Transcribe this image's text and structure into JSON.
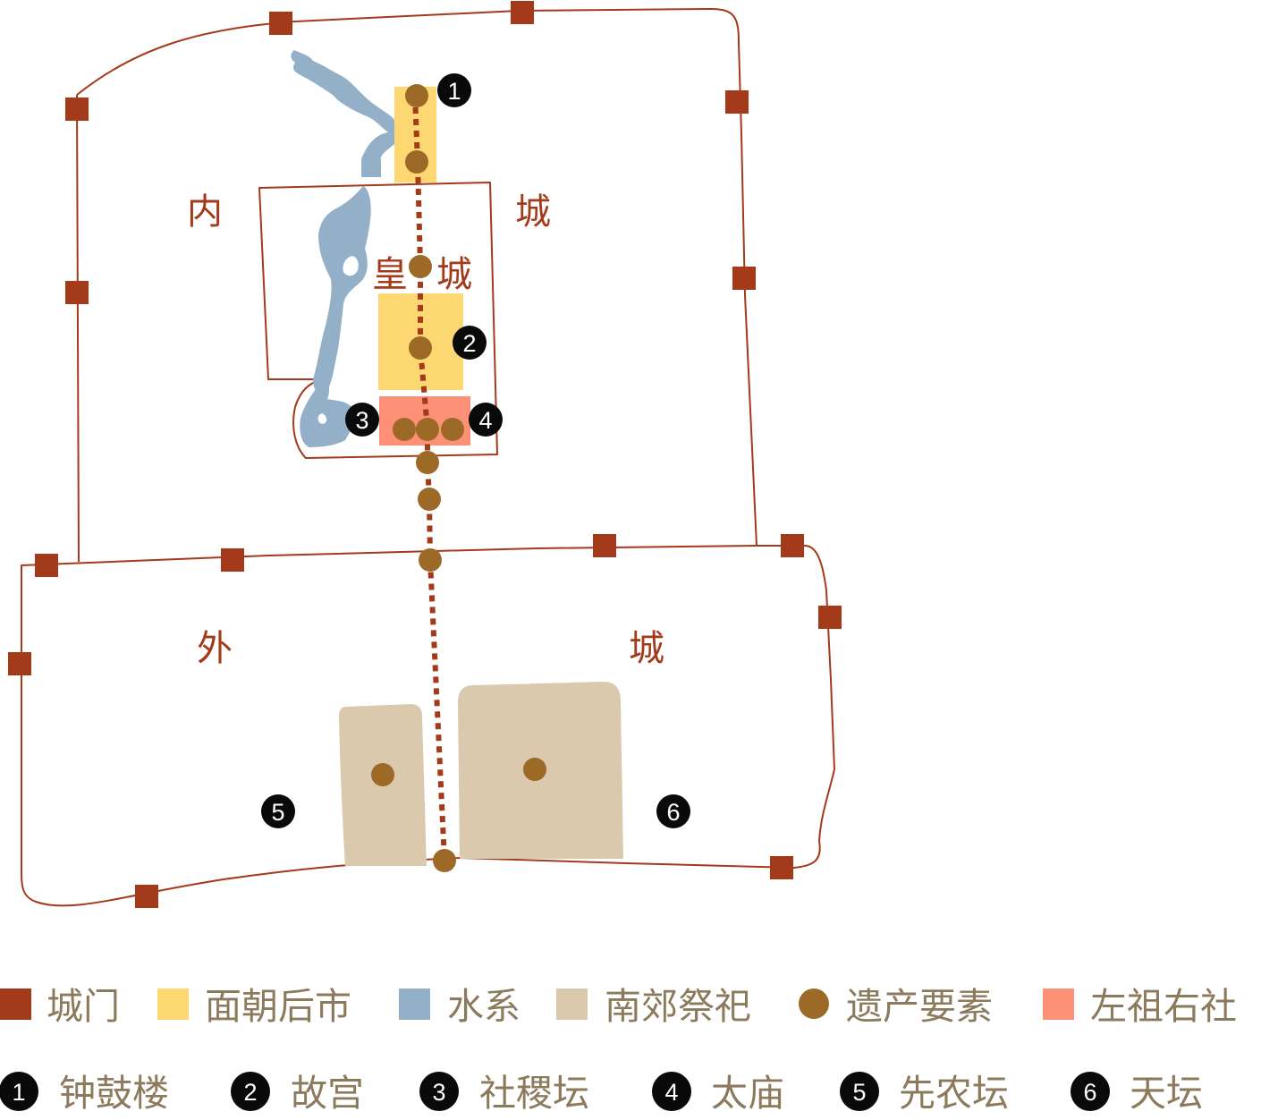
{
  "map": {
    "labels": {
      "inner_city_left": "内",
      "inner_city_right": "城",
      "imperial_city_left": "皇",
      "imperial_city_right": "城",
      "outer_city_left": "外",
      "outer_city_right": "城"
    },
    "sites": [
      {
        "number": "1",
        "name": "钟鼓楼"
      },
      {
        "number": "2",
        "name": "故宫"
      },
      {
        "number": "3",
        "name": "社稷坛"
      },
      {
        "number": "4",
        "name": "太庙"
      },
      {
        "number": "5",
        "name": "先农坛"
      },
      {
        "number": "6",
        "name": "天坛"
      }
    ]
  },
  "legend": {
    "items": [
      {
        "label": "城门",
        "symbol": "square",
        "color": "#a33a1a"
      },
      {
        "label": "面朝后市",
        "symbol": "square",
        "color": "#fdd771"
      },
      {
        "label": "水系",
        "symbol": "square",
        "color": "#94b0c8"
      },
      {
        "label": "南郊祭祀",
        "symbol": "square",
        "color": "#dbc9ad"
      },
      {
        "label": "遗产要素",
        "symbol": "circle",
        "color": "#9c6a26"
      },
      {
        "label": "左祖右社",
        "symbol": "square",
        "color": "#fd9178"
      }
    ]
  },
  "colors": {
    "wall": "#a33a1a",
    "gate": "#a33a1a",
    "market": "#fdd771",
    "water": "#94b0c8",
    "altar": "#dbc9ad",
    "heritage": "#9c6a26",
    "ancestral": "#fd9178",
    "number_badge": "#0a0a0a",
    "legend_text": "#8c7a5c"
  }
}
